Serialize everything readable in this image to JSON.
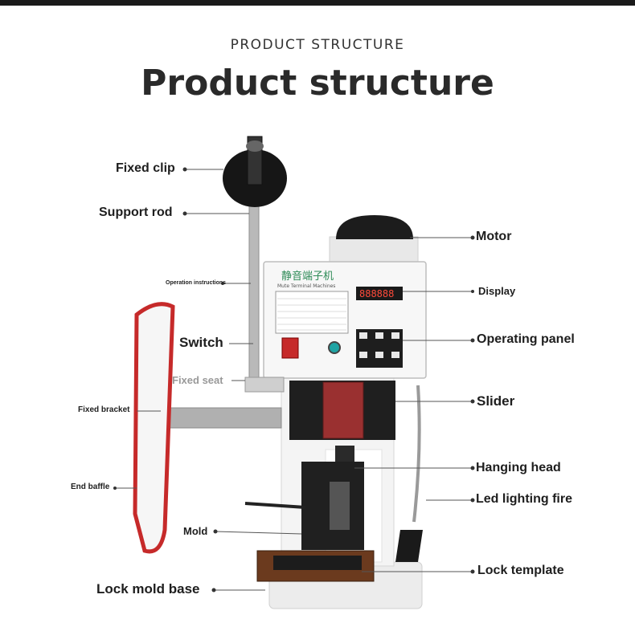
{
  "header": {
    "kicker": "PRODUCT STRUCTURE",
    "title": "Product structure"
  },
  "machine": {
    "brand_cn": "静音端子机",
    "brand_en": "Mute Terminal Machines",
    "display_value": "888888"
  },
  "labels": {
    "fixed_clip": "Fixed clip",
    "support_rod": "Support rod",
    "operation_instructions": "Operation instructions",
    "switch": "Switch",
    "fixed_seat": "Fixed seat",
    "fixed_bracket": "Fixed bracket",
    "end_baffle": "End baffle",
    "mold": "Mold",
    "lock_mold_base": "Lock mold base",
    "motor": "Motor",
    "display": "Display",
    "operating_panel": "Operating panel",
    "slider": "Slider",
    "hanging_head": "Hanging head",
    "led_lighting_fire": "Led lighting fire",
    "lock_template": "Lock template"
  },
  "colors": {
    "line": "#555555",
    "machine_white": "#f2f2f2",
    "motor_black": "#1c1c1c",
    "accent_red": "#c62a2a",
    "steel": "#a8a8a8"
  }
}
